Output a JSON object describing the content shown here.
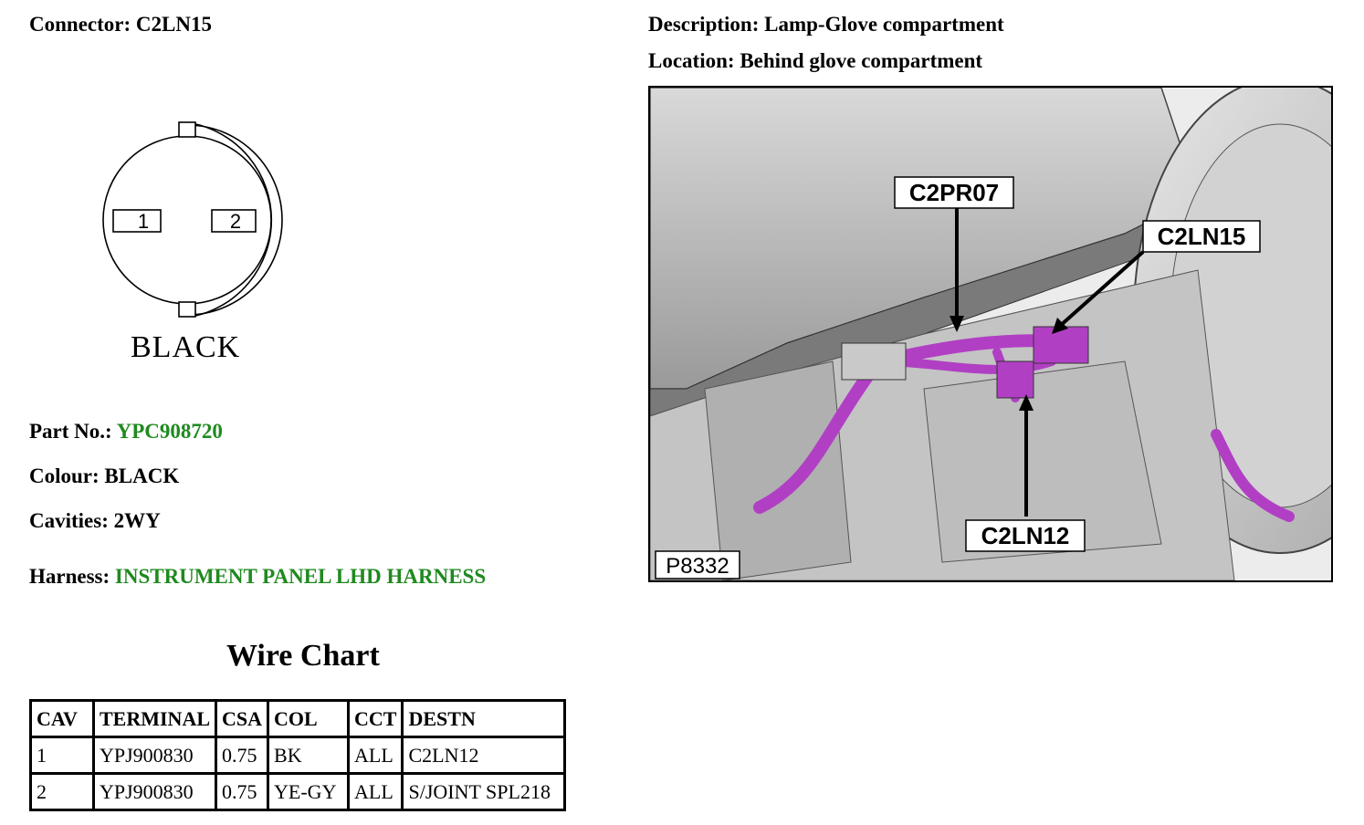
{
  "header": {
    "connector_label": "Connector:",
    "connector_value": "C2LN15",
    "description_label": "Description:",
    "description_value": "Lamp-Glove compartment",
    "location_label": "Location:",
    "location_value": "Behind glove compartment"
  },
  "diagram": {
    "cavity_labels": [
      "1",
      "2"
    ],
    "color_text": "BLACK"
  },
  "details": {
    "part_label": "Part No.:",
    "part_value": "YPC908720",
    "colour_label": "Colour:",
    "colour_value": "BLACK",
    "cavities_label": "Cavities:",
    "cavities_value": "2WY",
    "harness_label": "Harness:",
    "harness_value": "INSTRUMENT PANEL LHD HARNESS"
  },
  "photo": {
    "callouts": [
      "C2PR07",
      "C2LN15",
      "C2LN12"
    ],
    "image_id": "P8332"
  },
  "wire_chart": {
    "title": "Wire Chart",
    "columns": [
      "CAV",
      "TERMINAL",
      "CSA",
      "COL",
      "CCT",
      "DESTN"
    ],
    "rows": [
      [
        "1",
        "YPJ900830",
        "0.75",
        "BK",
        "ALL",
        "C2LN12"
      ],
      [
        "2",
        "YPJ900830",
        "0.75",
        "YE-GY",
        "ALL",
        "S/JOINT SPL218"
      ]
    ]
  },
  "colors": {
    "link_green": "#1f8a1f",
    "harness_purple": "#b13fc4"
  }
}
